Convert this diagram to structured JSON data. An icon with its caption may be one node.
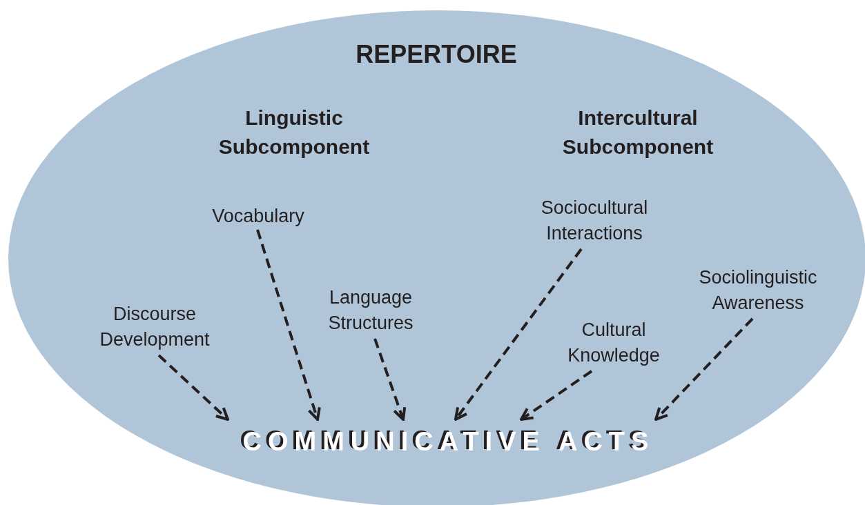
{
  "diagram": {
    "nodes": [
      {
        "text": [
          "REPERTOIRE"
        ]
      },
      {
        "text": [
          "Vocabulary"
        ],
        "in": 0
      },
      {
        "text": [
          "Sociocultural Interactions"
        ],
        "in": 0
      },
      {
        "text": [
          "Sociolinguistic Awareness"
        ],
        "in": 0
      },
      {
        "text": [
          "Discourse Development"
        ],
        "in": 0
      },
      {
        "text": [
          "Language Structures"
        ],
        "in": 0
      },
      {
        "text": [
          "Cultural Knowledge"
        ],
        "in": 0
      },
      {
        "text": [
          "COMMUNICATIVE ACTS"
        ],
        "in": 0
      }
    ],
    "edges": [
      {
        "from": 4,
        "to": 7,
        "arrow": "to",
        "style": "dashed"
      },
      {
        "from": 1,
        "to": 7,
        "arrow": "to",
        "style": "dashed"
      },
      {
        "from": 5,
        "to": 7,
        "arrow": "to",
        "style": "dashed"
      },
      {
        "from": 2,
        "to": 7,
        "arrow": "to",
        "style": "dashed"
      },
      {
        "from": 6,
        "to": 7,
        "arrow": "to",
        "style": "dashed"
      },
      {
        "from": 3,
        "to": 7,
        "arrow": "to",
        "style": "dashed"
      }
    ],
    "labels": [
      "Linguistic Subcomponent",
      "Intercultural Subcomponent"
    ]
  }
}
